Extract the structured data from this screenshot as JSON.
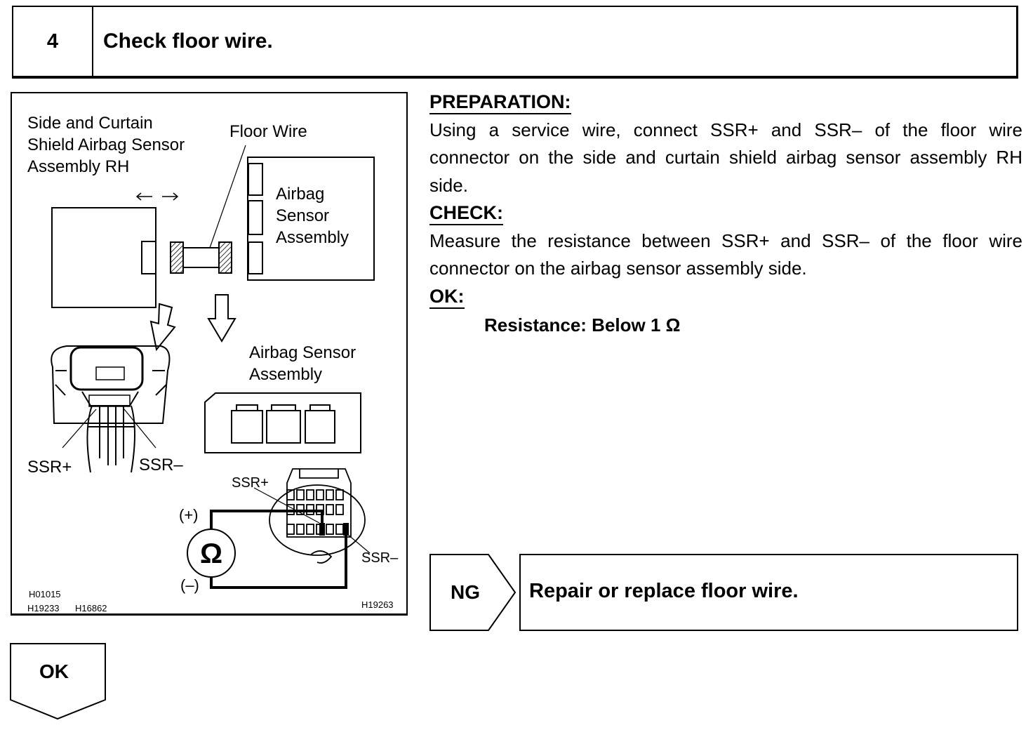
{
  "header": {
    "step_number": "4",
    "title": "Check floor wire."
  },
  "figure": {
    "label_sensor_rh": [
      "Side and Curtain",
      "Shield Airbag Sensor",
      "Assembly RH"
    ],
    "label_floor_wire": "Floor Wire",
    "label_airbag_box": [
      "Airbag",
      "Sensor",
      "Assembly"
    ],
    "label_airbag_assembly": [
      "Airbag Sensor",
      "Assembly"
    ],
    "label_ssr_plus_left": "SSR+",
    "label_ssr_minus_left": "SSR–",
    "label_ssr_plus_right": "SSR+",
    "label_ssr_minus_right": "SSR–",
    "label_positive": "(+)",
    "label_negative": "(–)",
    "ohm_symbol": "Ω",
    "code_1": "H01015",
    "code_2": "H19233",
    "code_3": "H16862",
    "code_4": "H19263"
  },
  "instructions": {
    "preparation_heading": "PREPARATION:",
    "preparation_text": "Using a service wire, connect SSR+ and SSR– of the floor wire connector on the side and curtain shield airbag sensor assem­bly RH side.",
    "check_heading": "CHECK:",
    "check_text": "Measure the resistance between SSR+ and SSR– of the floor wire connector on the airbag sensor assembly side.",
    "ok_heading": "OK:",
    "spec": "Resistance: Below 1 Ω"
  },
  "results": {
    "ng_label": "NG",
    "ng_action": "Repair or replace floor wire.",
    "ok_label": "OK"
  }
}
